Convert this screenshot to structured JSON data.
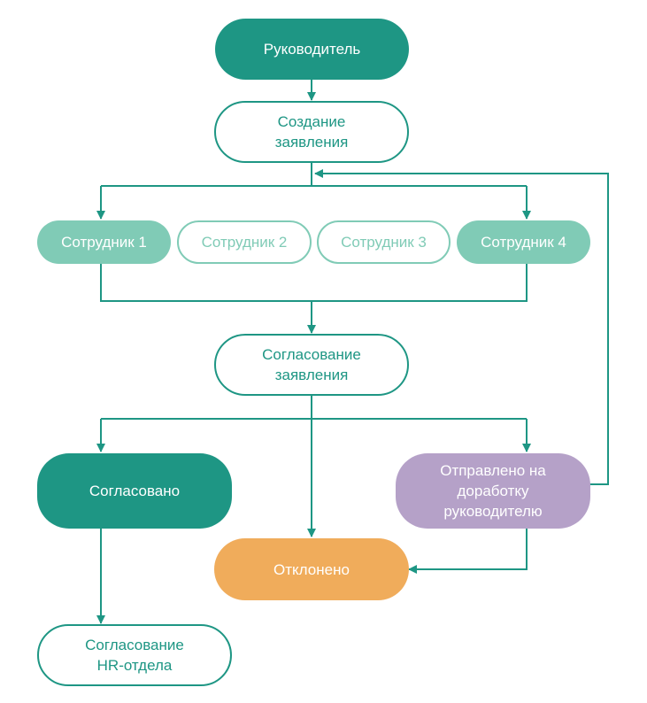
{
  "nodes": {
    "manager": "Руководитель",
    "create": "Создание\nзаявления",
    "emp1": "Сотрудник 1",
    "emp2": "Сотрудник 2",
    "emp3": "Сотрудник 3",
    "emp4": "Сотрудник 4",
    "approval": "Согласование\nзаявления",
    "approved": "Согласовано",
    "returned": "Отправлено на\nдоработку\nруководителю",
    "rejected": "Отклонено",
    "hr": "Согласование\nHR-отдела"
  },
  "colors": {
    "dark_green": "#1e9684",
    "light_green": "#80cbb6",
    "purple": "#b5a1c8",
    "orange": "#f0ac5b",
    "arrow": "#1e9684"
  }
}
